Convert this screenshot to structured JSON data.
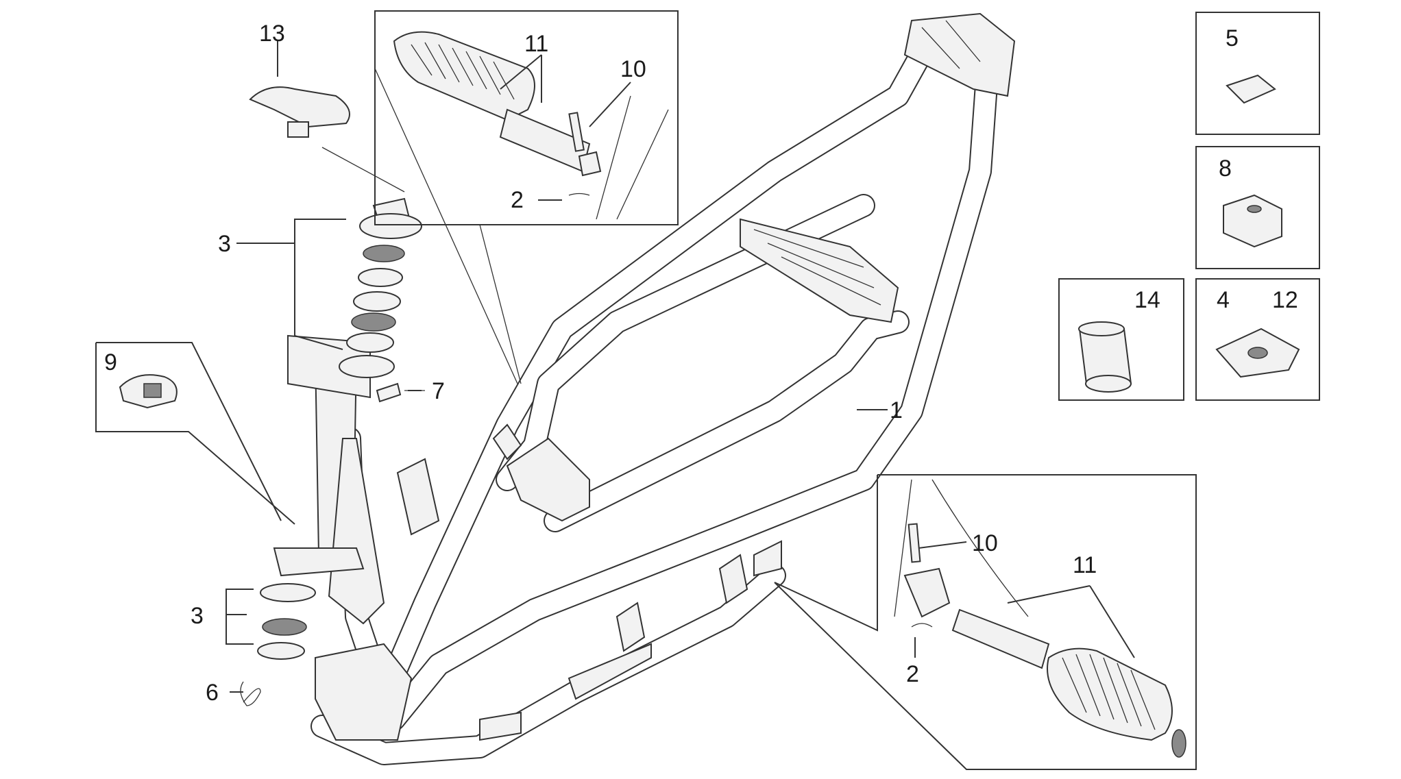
{
  "callouts": {
    "c1": "1",
    "c2_top": "2",
    "c2_bottom": "2",
    "c3_top": "3",
    "c3_bottom": "3",
    "c4": "4",
    "c5": "5",
    "c6": "6",
    "c7": "7",
    "c8": "8",
    "c9": "9",
    "c10_top": "10",
    "c10_bottom": "10",
    "c11_top": "11",
    "c11_bottom": "11",
    "c12": "12",
    "c13": "13",
    "c14": "14"
  }
}
